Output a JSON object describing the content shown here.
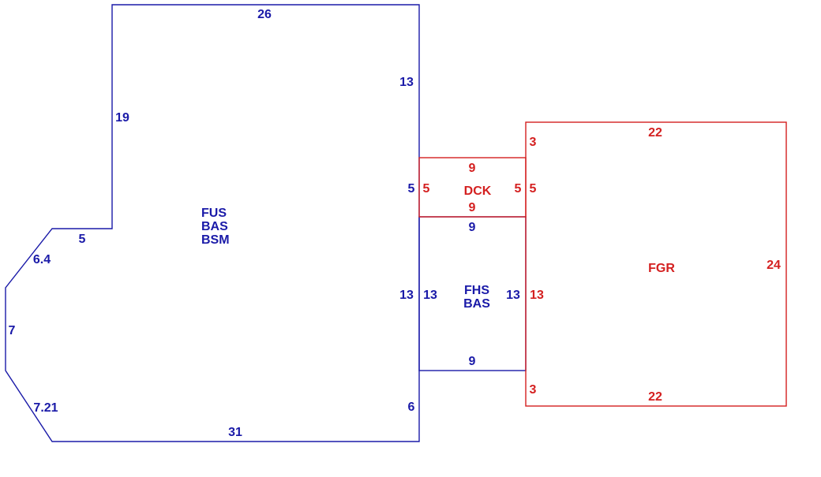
{
  "colors": {
    "living_area": "#1a1aa8",
    "accessory": "#d42020",
    "background": "#ffffff"
  },
  "main_house": {
    "labels": [
      "FUS",
      "BAS",
      "BSM"
    ],
    "dimensions": {
      "top": "26",
      "right_upper": "13",
      "right_mid": "5",
      "right_lower": "13",
      "right_bottom": "6",
      "bottom": "31",
      "left_upper": "19",
      "notch": "5",
      "left_diag_upper": "6.4",
      "left": "7",
      "left_diag_lower": "7.21"
    }
  },
  "deck": {
    "label": "DCK",
    "dimensions": {
      "top": "9",
      "bottom": "9",
      "left": "5",
      "right": "5"
    }
  },
  "fhs": {
    "labels": [
      "FHS",
      "BAS"
    ],
    "dimensions": {
      "top": "9",
      "bottom": "9",
      "left": "13",
      "right": "13"
    }
  },
  "garage": {
    "label": "FGR",
    "dimensions": {
      "top": "22",
      "bottom": "22",
      "right": "24",
      "left_top": "3",
      "left_mid_deck": "5",
      "left_mid_fhs": "13",
      "left_bottom": "3"
    }
  }
}
